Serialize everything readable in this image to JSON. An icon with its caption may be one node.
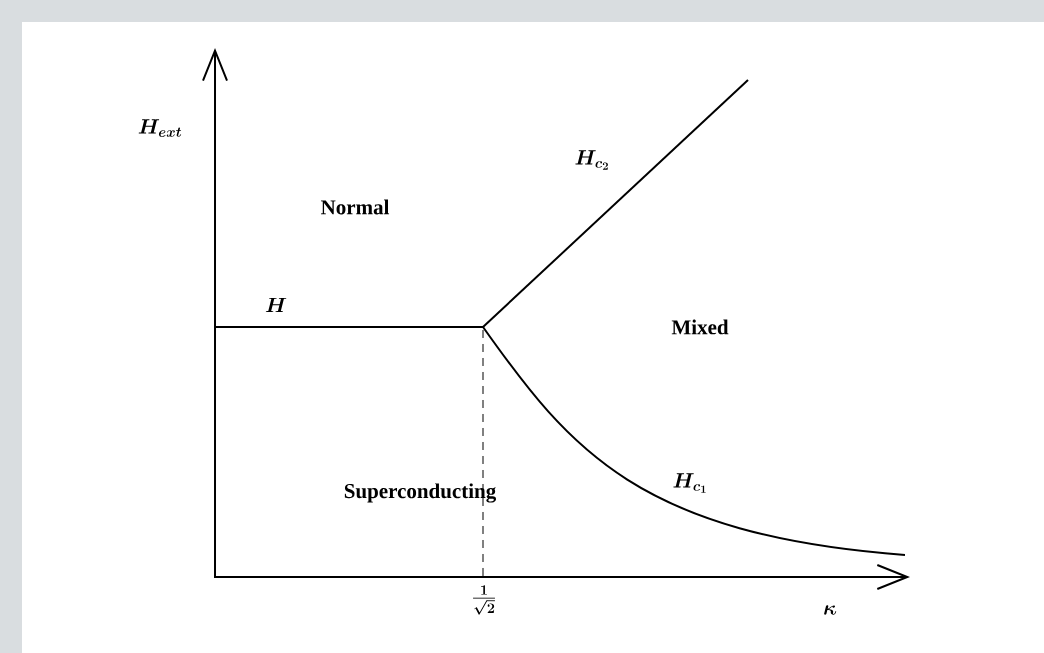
{
  "diagram": {
    "labels": [
      "H_{ext}",
      "Normal",
      "H",
      "H_{c_2}",
      "Mixed",
      "Superconducting",
      "H_{c_1}",
      "\\frac{1}{\\sqrt{2}}",
      "\\kappa"
    ]
  }
}
